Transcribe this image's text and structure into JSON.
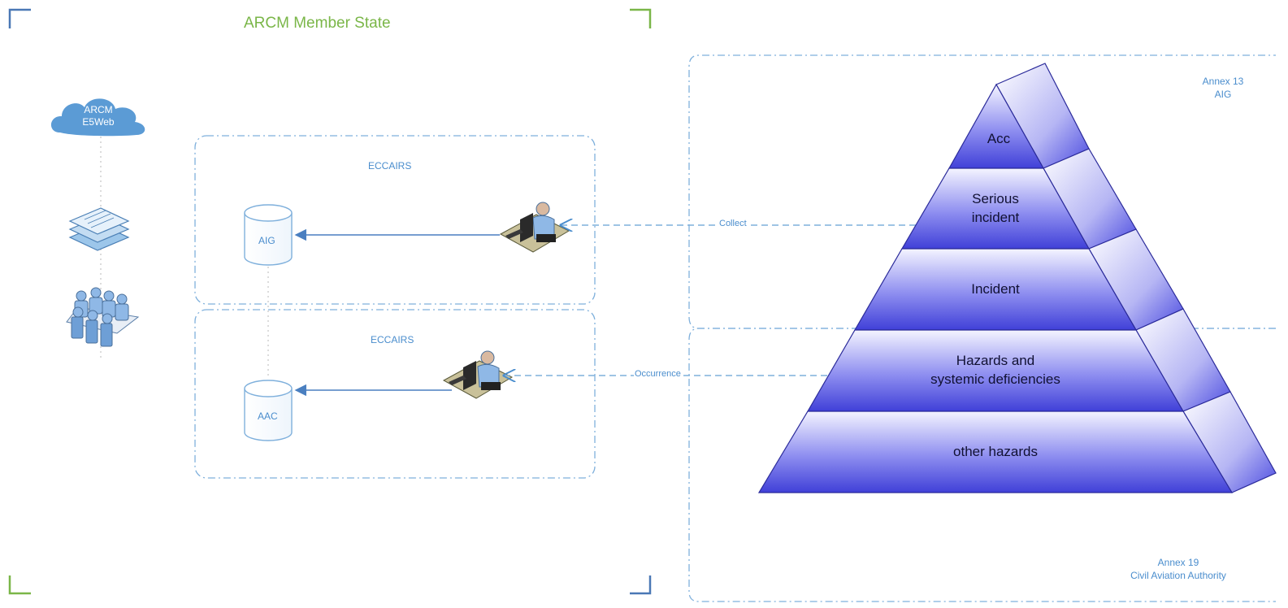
{
  "title": "ARCM Member State",
  "cloud": {
    "line1": "ARCM",
    "line2": "E5Web"
  },
  "eccairs_top": {
    "label": "ECCAIRS",
    "db": "AIG"
  },
  "eccairs_bottom": {
    "label": "ECCAIRS",
    "db": "AAC"
  },
  "flows": {
    "collect": "Collect",
    "occurrence": "Occurrence"
  },
  "annex13": {
    "line1": "Annex 13",
    "line2": "AIG"
  },
  "annex19": {
    "line1": "Annex 19",
    "line2": "Civil Aviation Authority"
  },
  "pyramid": {
    "acc": "Acc",
    "serious_1": "Serious",
    "serious_2": "incident",
    "incident": "Incident",
    "hazards_1": "Hazards and",
    "hazards_2": "systemic deficiencies",
    "other": "other hazards"
  },
  "colors": {
    "accent_green": "#7ab648",
    "boundary_blue": "#7fb0dc",
    "pyramid_blue": "#4b4bdd",
    "pyramid_light": "#f4f4ff"
  },
  "icons": [
    "cloud-icon",
    "documents-stack-icon",
    "meeting-group-icon",
    "database-icon",
    "workstation-user-icon"
  ]
}
